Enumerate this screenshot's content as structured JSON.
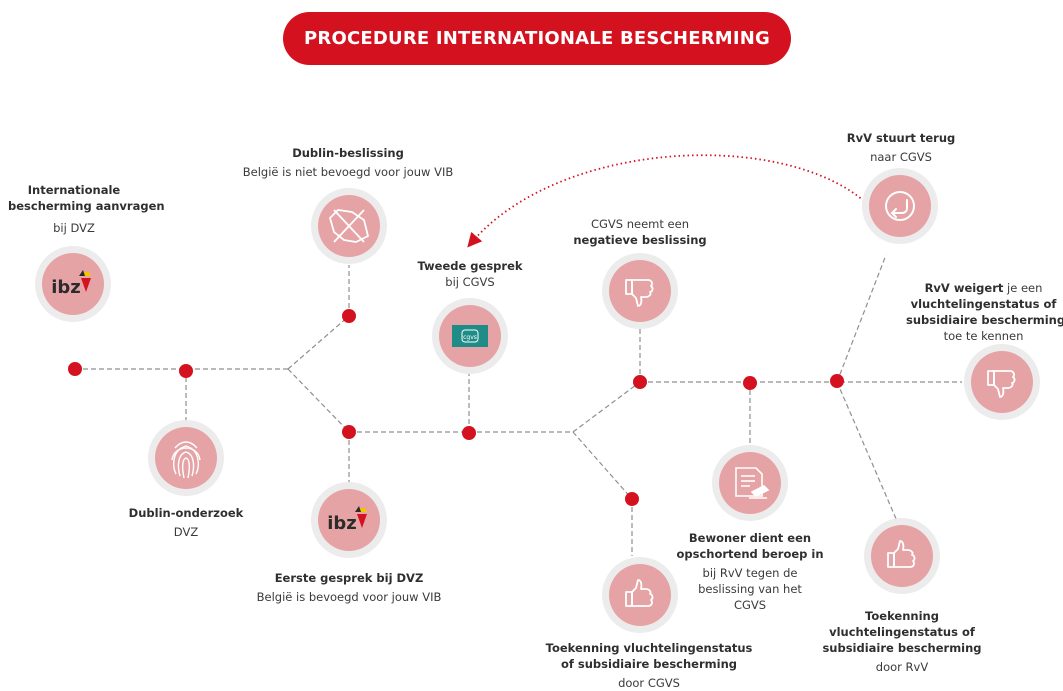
{
  "title": "PROCEDURE INTERNATIONALE BESCHERMING",
  "colors": {
    "accent": "#d4121f",
    "node_fill": "#e6a3a5",
    "node_ring": "#ececec",
    "line": "#8f8f8f",
    "dot": "#d4121f"
  },
  "steps": {
    "aanvragen": {
      "title": "Internationale bescherming aanvragen",
      "title_line1": "Internationale",
      "title_line2": "bescherming aanvragen",
      "sub": "bij DVZ",
      "icon": "ibz-logo-icon"
    },
    "dublin_onderzoek": {
      "title": "Dublin-onderzoek",
      "sub": "DVZ",
      "icon": "fingerprint-icon"
    },
    "dublin_beslissing": {
      "title": "Dublin-beslissing",
      "sub": "België is niet bevoegd voor jouw VIB",
      "icon": "crossed-belgium-map-icon"
    },
    "eerste_gesprek": {
      "title": "Eerste gesprek bij DVZ",
      "sub": "België is bevoegd voor jouw VIB",
      "icon": "ibz-logo-icon"
    },
    "tweede_gesprek": {
      "title": "Tweede gesprek",
      "sub": "bij CGVS",
      "icon": "cgvs-logo-icon"
    },
    "cgvs_negatief": {
      "line1": "CGVS neemt een",
      "line2": "negatieve beslissing",
      "icon": "thumbs-down-icon"
    },
    "toekenning_cgvs": {
      "line1": "Toekenning vluchtelingenstatus",
      "line2": "of subsidiaire bescherming",
      "sub": "door CGVS",
      "icon": "thumbs-up-icon"
    },
    "beroep": {
      "line1": "Bewoner dient een",
      "line2": "opschortend beroep in",
      "line3": "bij RvV tegen de",
      "line4": "beslissing van het",
      "line5": "CGVS",
      "icon": "document-appeal-icon"
    },
    "rvv_terug": {
      "title": "RvV stuurt terug",
      "sub": "naar CGVS",
      "icon": "return-arrow-icon"
    },
    "rvv_weigert": {
      "bold": "RvV weigert",
      "rest": " je een",
      "line2": "vluchtelingenstatus of",
      "line3": "subsidiaire bescherming",
      "line4": "toe te kennen",
      "icon": "thumbs-down-icon"
    },
    "toekenning_rvv": {
      "line1": "Toekenning",
      "line2": "vluchtelingenstatus of",
      "line3": "subsidiaire bescherming",
      "sub": "door RvV",
      "icon": "thumbs-up-icon"
    }
  },
  "icon_text": {
    "ibz": "ibz",
    "cgvs": "cgvs"
  }
}
